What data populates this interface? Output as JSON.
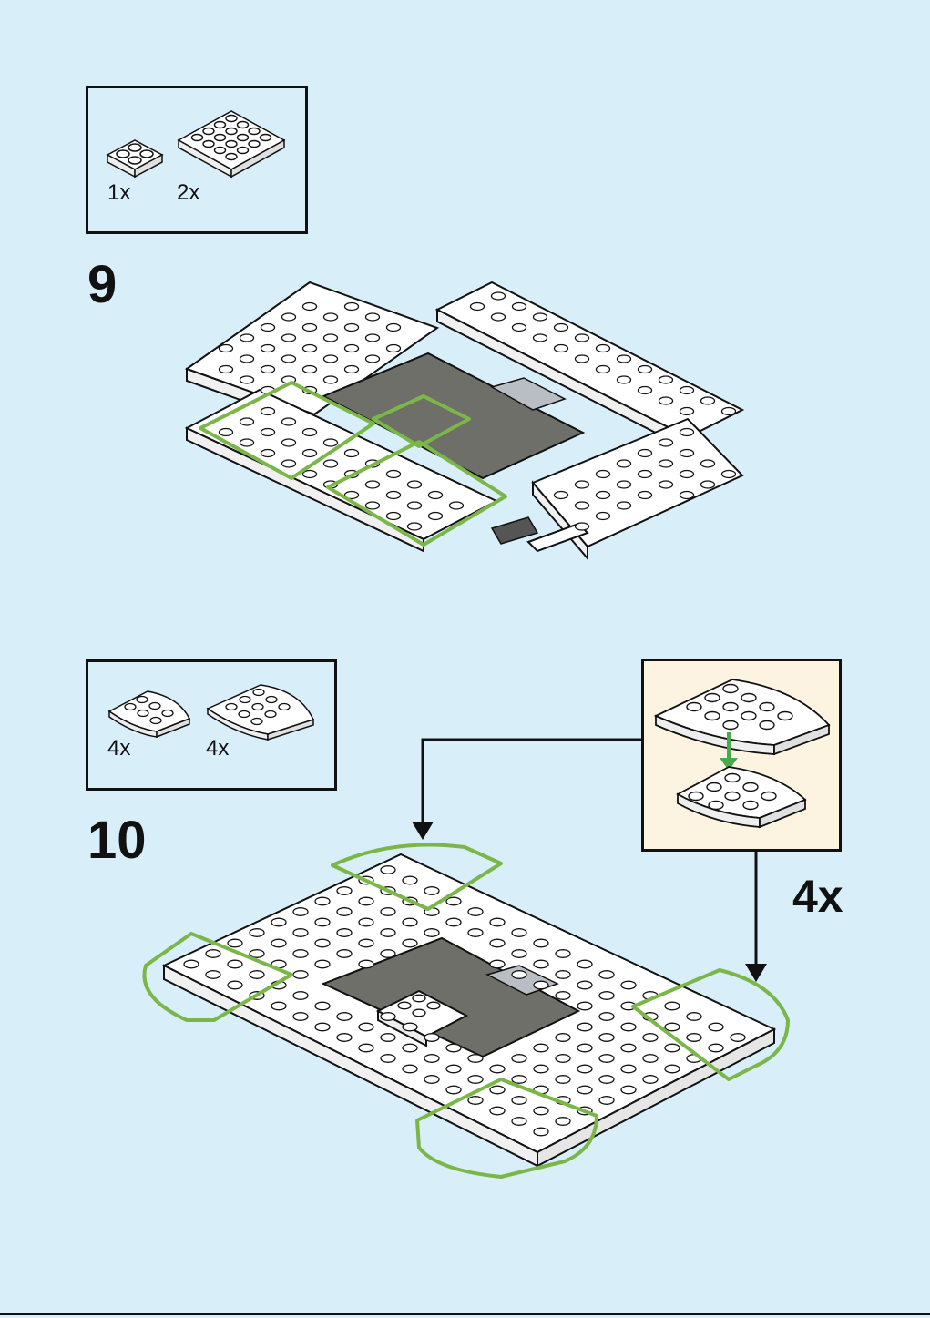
{
  "step9": {
    "number": "9",
    "parts": [
      {
        "name": "plate-2x2",
        "qty": "1x"
      },
      {
        "name": "plate-4x4",
        "qty": "2x"
      }
    ]
  },
  "step10": {
    "number": "10",
    "parts": [
      {
        "name": "round-corner-3x3",
        "qty": "4x"
      },
      {
        "name": "round-corner-4x4",
        "qty": "4x"
      }
    ],
    "callout": {
      "repeat": "4x"
    }
  },
  "colors": {
    "background": "#d8eef9",
    "highlight": "#7ab648",
    "arrow": "#4ca84c",
    "dark_plate": "#6f6f6a",
    "light_gray": "#b8bec4",
    "callout_bg": "#fcf4e0"
  }
}
